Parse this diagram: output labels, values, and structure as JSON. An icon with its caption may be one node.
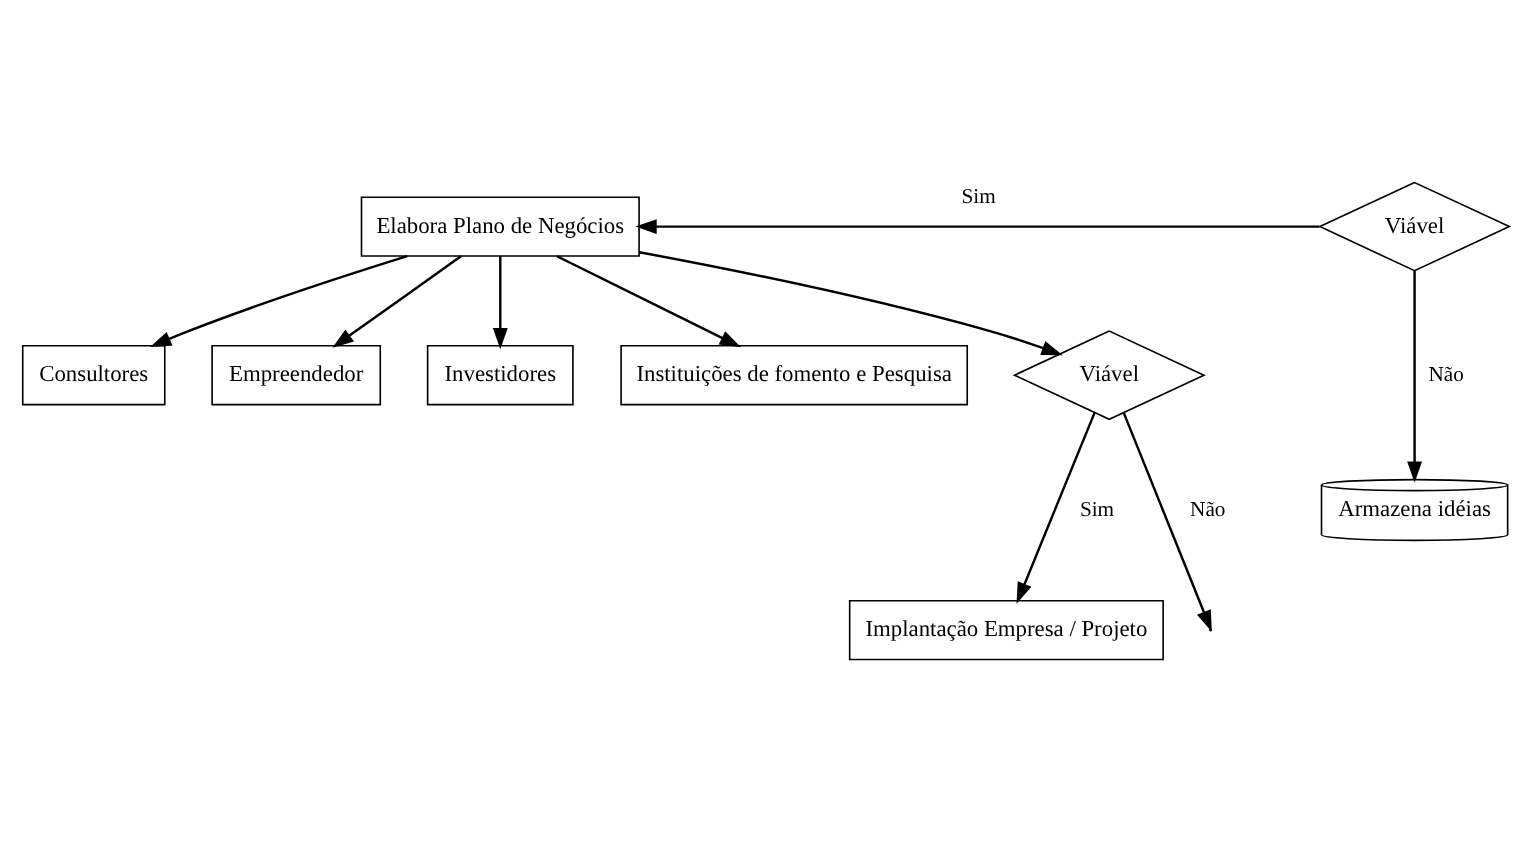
{
  "diagram": {
    "nodes": [
      {
        "text": [
          "Consultores"
        ]
      },
      {
        "text": [
          "Empreendedor"
        ]
      },
      {
        "text": [
          "Investidores"
        ]
      },
      {
        "text": [
          "Instituições de fomento e Pesquisa"
        ]
      },
      {
        "text": [
          "Elabora Plano de Negócios"
        ]
      },
      {
        "text": [
          "Viável"
        ]
      },
      {
        "text": [
          "Armazena idéias"
        ]
      },
      {
        "text": [
          "Viável"
        ]
      },
      {
        "text": [
          "Implantação Empresa / Projeto"
        ]
      }
    ],
    "edges": [
      {
        "from": 4,
        "to": 0,
        "arrow": "to"
      },
      {
        "from": 4,
        "to": 1,
        "arrow": "to"
      },
      {
        "from": 4,
        "to": 2,
        "arrow": "to"
      },
      {
        "from": 4,
        "to": 3,
        "arrow": "to"
      },
      {
        "from": 5,
        "to": 4,
        "arrow": "to",
        "label": "Sim"
      },
      {
        "from": 5,
        "to": 6,
        "arrow": "to",
        "label": "Não"
      },
      {
        "from": 4,
        "to": 7,
        "arrow": "to"
      },
      {
        "from": 7,
        "to": null,
        "arrow": "to",
        "label": "Não"
      },
      {
        "from": 7,
        "to": 8,
        "arrow": "to",
        "label": "Sim"
      }
    ]
  }
}
